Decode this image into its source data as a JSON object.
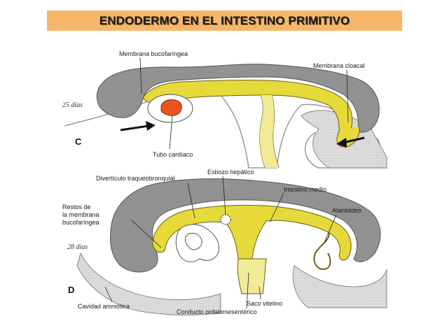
{
  "title": "ENDODERMO EN EL INTESTINO PRIMITIVO",
  "colors": {
    "title_bg": "#f7b76a",
    "endoderm": "#e6d93a",
    "ectoderm_gray": "#8e8e8e",
    "amnion_light": "#d6d6d6",
    "heart": "#e8551e"
  },
  "panel_c": {
    "letter": "C",
    "age": "25 días",
    "labels": {
      "buccopharyngeal": "Membrana bucofaríngea",
      "cloacal": "Membrana cloacal",
      "heart_tube": "Tubo cardíaco"
    }
  },
  "panel_d": {
    "letter": "D",
    "age": "28 días",
    "labels": {
      "tracheobronchial": "Divertículo traqueobronquial",
      "hepatic": "Esbozo hepático",
      "remnants_1": "Restos de",
      "remnants_2": "la membrana",
      "remnants_3": "bucofaríngea",
      "midgut": "Intestino medio",
      "allantois": "Alantoides",
      "yolk_sac": "Saco vitelino",
      "vitelline_duct": "Conducto onfalomesentérico",
      "amniotic_cavity": "Cavidad amniótica"
    }
  }
}
